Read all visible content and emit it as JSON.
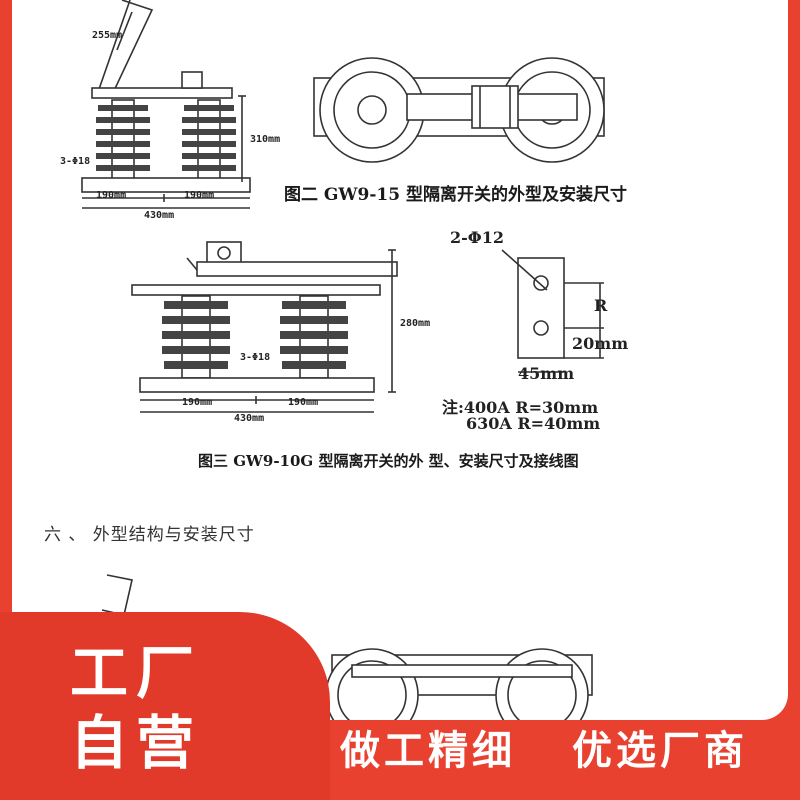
{
  "figure2": {
    "caption": "图二 GW9-15 型隔离开关的外型及安装尺寸",
    "dim_top": "255mm",
    "dim_height": "310mm",
    "holes": "3-Φ18",
    "dim_left": "190mm",
    "dim_right": "190mm",
    "dim_total": "430mm"
  },
  "figure3": {
    "caption": "图三 GW9-10G 型隔离开关的外 型、安装尺寸及接线图",
    "dim_height": "280mm",
    "holes": "3-Φ18",
    "dim_left": "190mm",
    "dim_right": "190mm",
    "dim_total": "430mm"
  },
  "terminal": {
    "holes": "2-Φ12",
    "r_label": "R",
    "dim_20": "20mm",
    "dim_45": "45mm",
    "note_1": "注:400A  R=30mm",
    "note_2": "630A  R=40mm"
  },
  "section_heading": "六 、 外型结构与安装尺寸",
  "banner": {
    "line1": "工厂",
    "line2": "自营",
    "slogan_left": "做工精细",
    "slogan_right": "优选厂商"
  },
  "colors": {
    "brand_red": "#e8412f",
    "badge_red": "#e23a2a",
    "line": "#333333"
  }
}
